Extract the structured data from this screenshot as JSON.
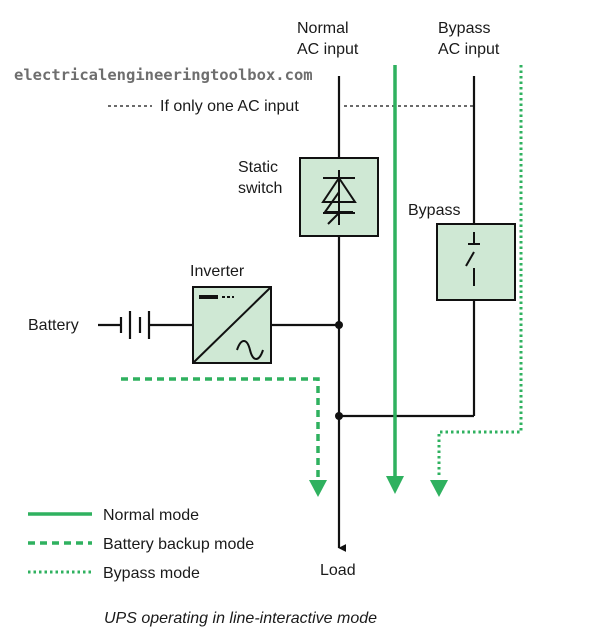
{
  "labels": {
    "normal_ac_line1": "Normal",
    "normal_ac_line2": "AC input",
    "bypass_ac_line1": "Bypass",
    "bypass_ac_line2": "AC input",
    "watermark": "electricalengineeringtoolbox.com",
    "one_ac_input": "If only one AC input",
    "static_switch_line1": "Static",
    "static_switch_line2": "switch",
    "bypass": "Bypass",
    "inverter": "Inverter",
    "battery": "Battery",
    "load": "Load"
  },
  "legend": [
    {
      "label": "Normal mode",
      "style": "solid"
    },
    {
      "label": "Battery backup mode",
      "style": "dashed"
    },
    {
      "label": "Bypass mode",
      "style": "dotted"
    }
  ],
  "caption": "UPS operating in line-interactive mode",
  "colors": {
    "flow_green": "#2fb15f",
    "box_fill": "#cfe8d4",
    "wire": "#111111"
  }
}
